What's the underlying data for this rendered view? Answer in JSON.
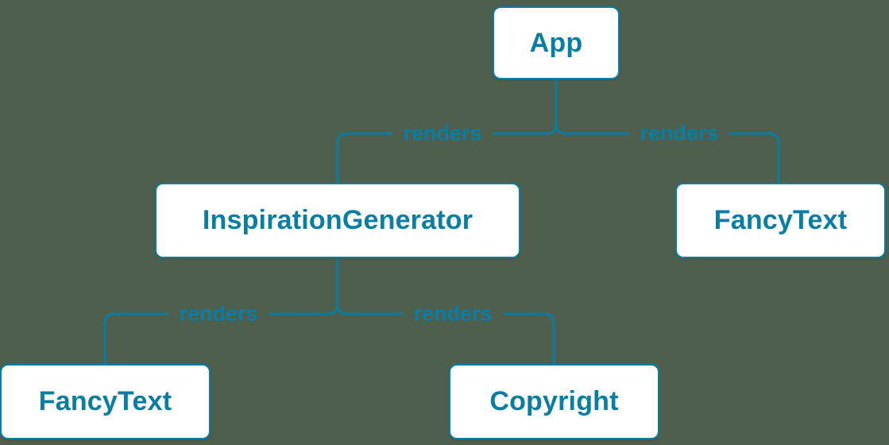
{
  "colors": {
    "accent": "#087ea4",
    "background": "#4e5f4e",
    "node-bg": "#ffffff"
  },
  "diagram": {
    "type": "component-render-tree"
  },
  "nodes": [
    {
      "id": "app",
      "label": "App"
    },
    {
      "id": "inspiration-generator",
      "label": "InspirationGenerator"
    },
    {
      "id": "fancy-text-top",
      "label": "FancyText"
    },
    {
      "id": "fancy-text-bottom",
      "label": "FancyText"
    },
    {
      "id": "copyright",
      "label": "Copyright"
    }
  ],
  "edges": [
    {
      "from": "app",
      "to": "inspiration-generator",
      "label": "renders"
    },
    {
      "from": "app",
      "to": "fancy-text-top",
      "label": "renders"
    },
    {
      "from": "inspiration-generator",
      "to": "fancy-text-bottom",
      "label": "renders"
    },
    {
      "from": "inspiration-generator",
      "to": "copyright",
      "label": "renders"
    }
  ]
}
